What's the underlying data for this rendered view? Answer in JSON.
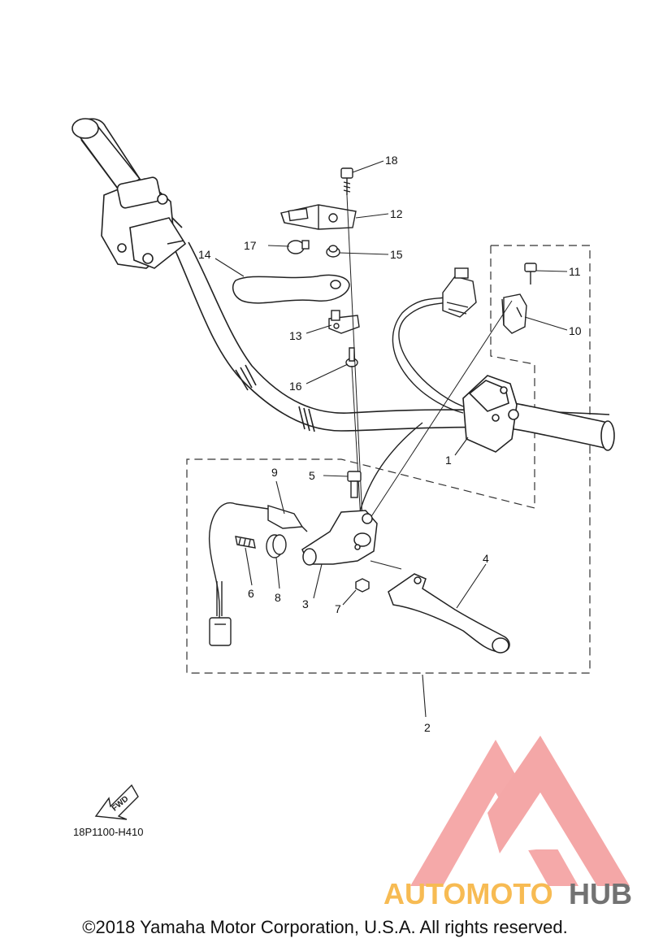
{
  "diagram": {
    "callouts": [
      {
        "num": "1"
      },
      {
        "num": "2"
      },
      {
        "num": "3"
      },
      {
        "num": "4"
      },
      {
        "num": "5"
      },
      {
        "num": "6"
      },
      {
        "num": "7"
      },
      {
        "num": "8"
      },
      {
        "num": "9"
      },
      {
        "num": "10"
      },
      {
        "num": "11"
      },
      {
        "num": "12"
      },
      {
        "num": "13"
      },
      {
        "num": "14"
      },
      {
        "num": "15"
      },
      {
        "num": "16"
      },
      {
        "num": "17"
      },
      {
        "num": "18"
      }
    ],
    "fwd_label": "FWD",
    "part_code": "18P1100-H410"
  },
  "watermark": {
    "word_part1": "AUTOMOTO",
    "word_part2": "HUB",
    "color_light": "#f5a5a5",
    "color_orange": "#f7b84a",
    "color_gray": "#6b6b6b"
  },
  "footer": {
    "copyright": "©2018 Yamaha Motor Corporation, U.S.A. All rights reserved."
  }
}
